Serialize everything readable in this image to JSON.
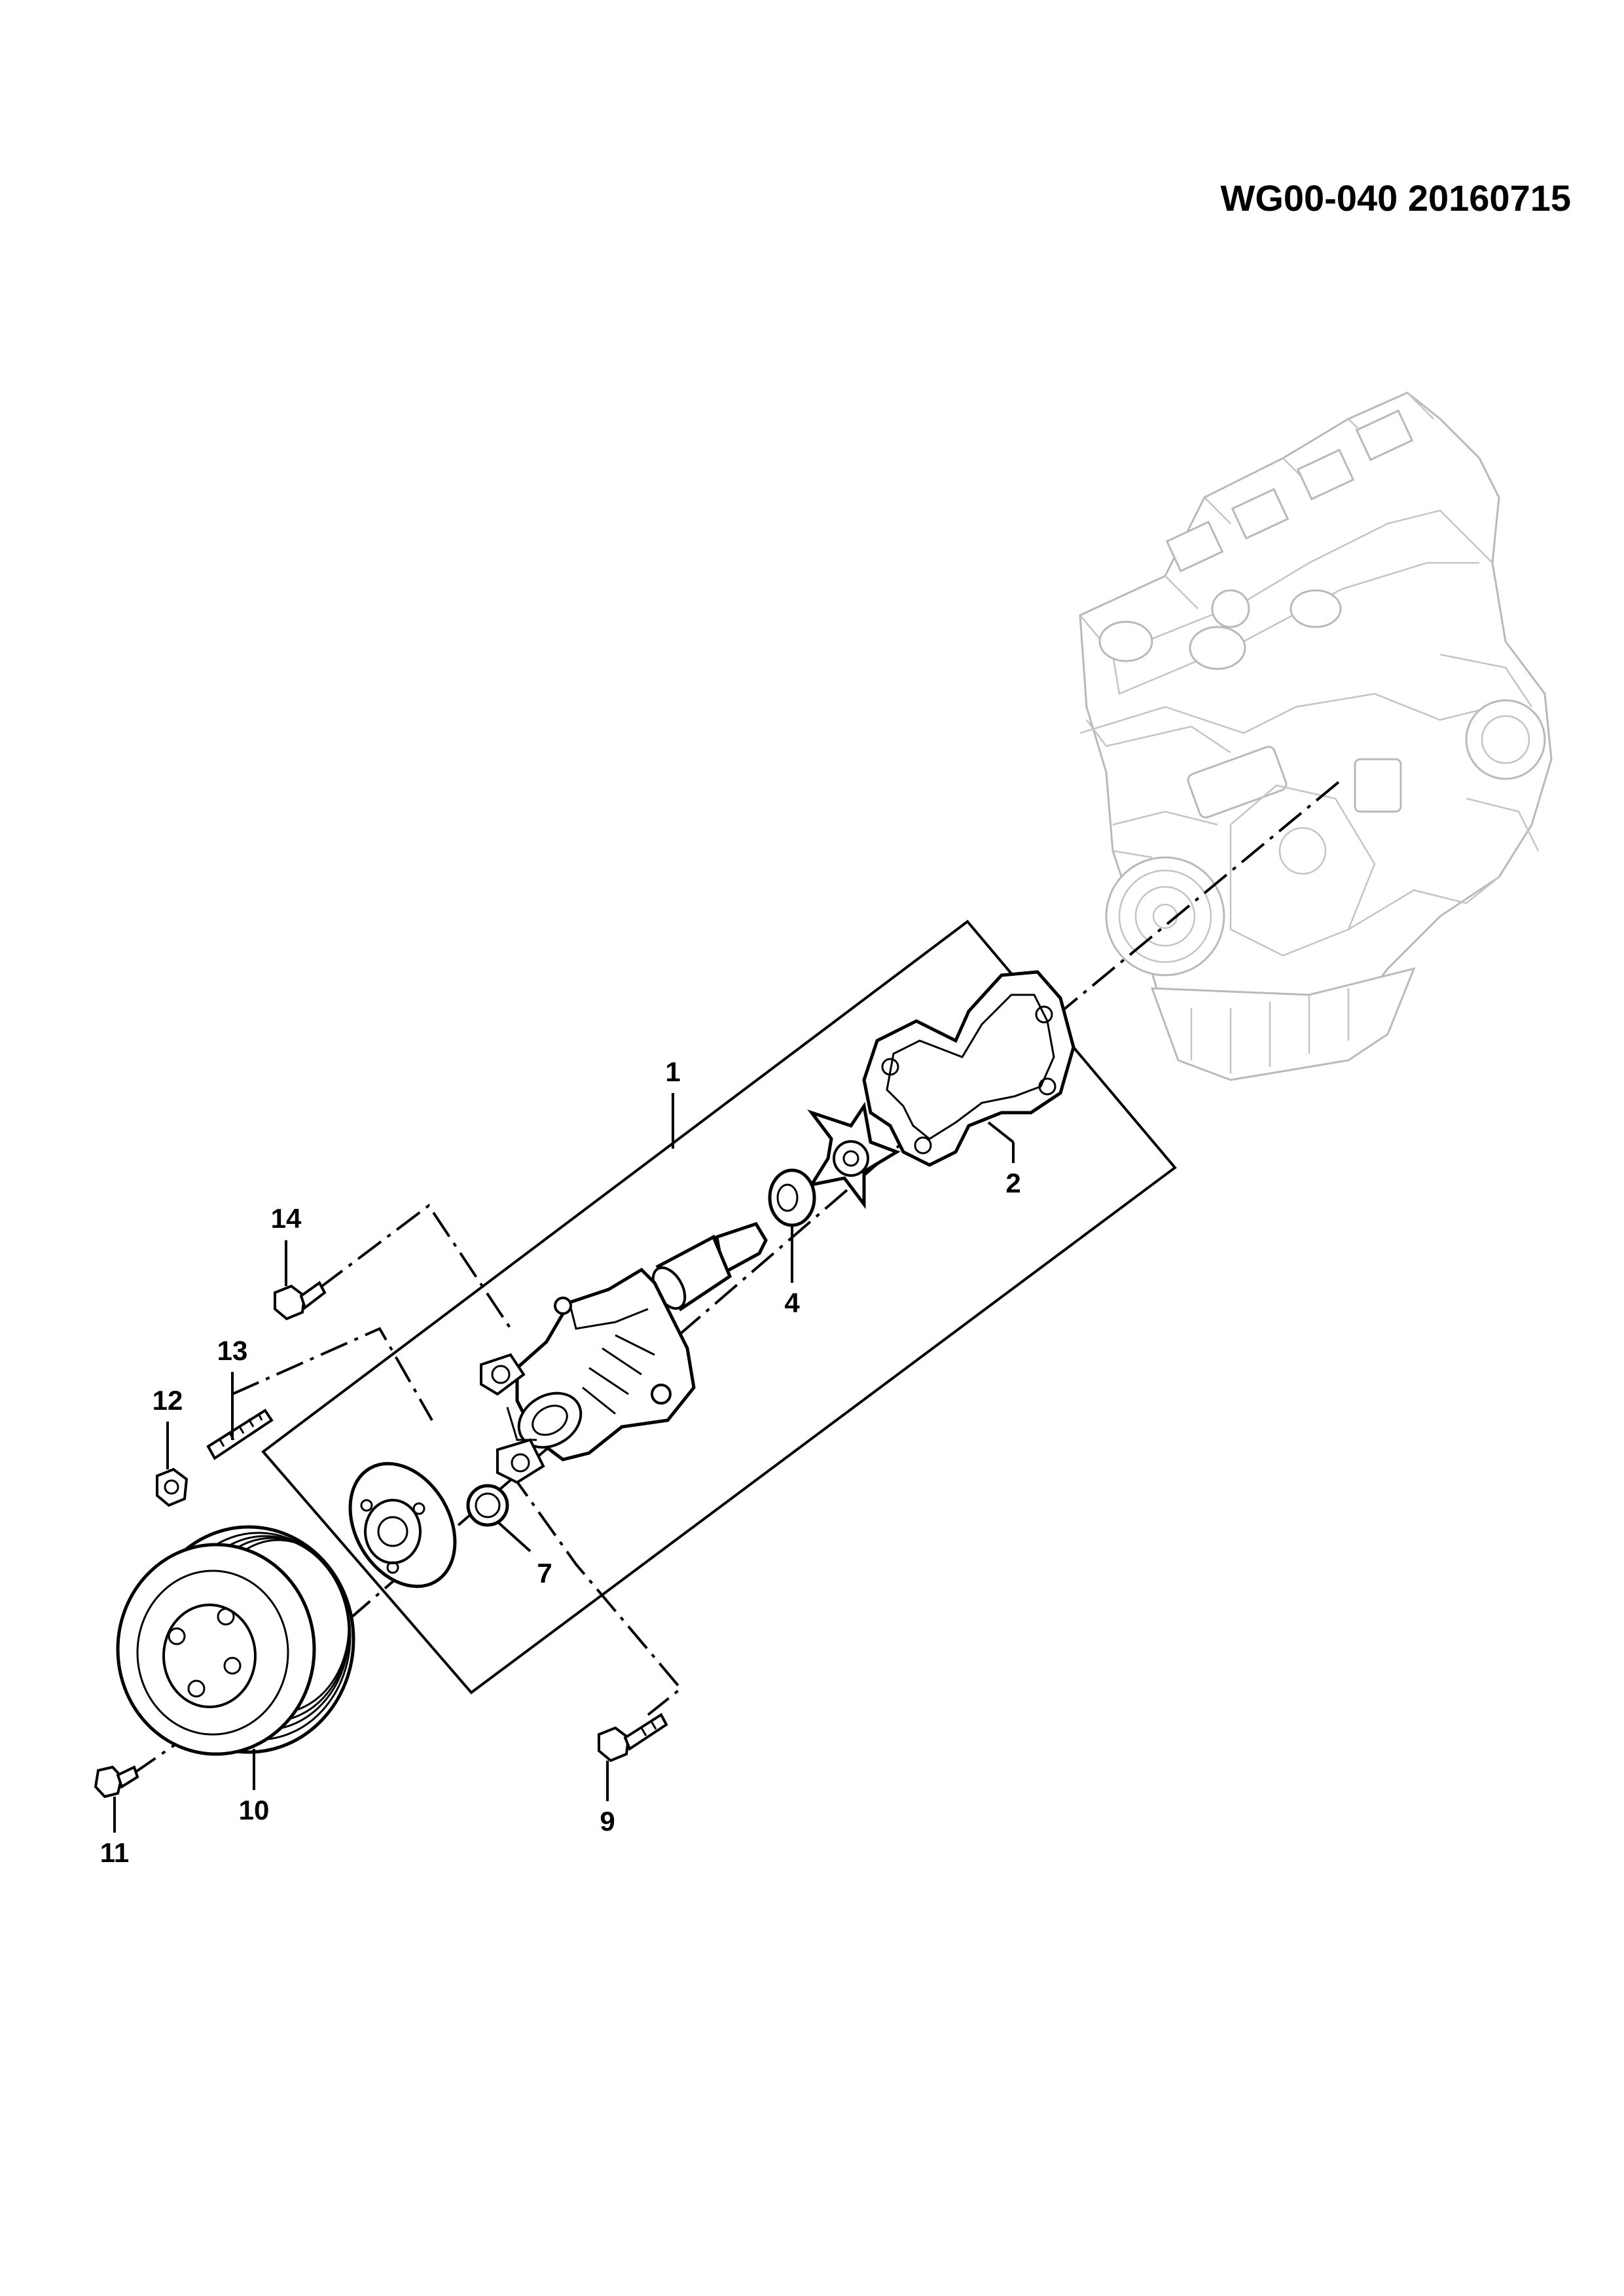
{
  "diagram_id": "WG00-040 20160715",
  "callouts": {
    "c1": "1",
    "c2": "2",
    "c4": "4",
    "c7": "7",
    "c9": "9",
    "c10": "10",
    "c11": "11",
    "c12": "12",
    "c13": "13",
    "c14": "14"
  }
}
